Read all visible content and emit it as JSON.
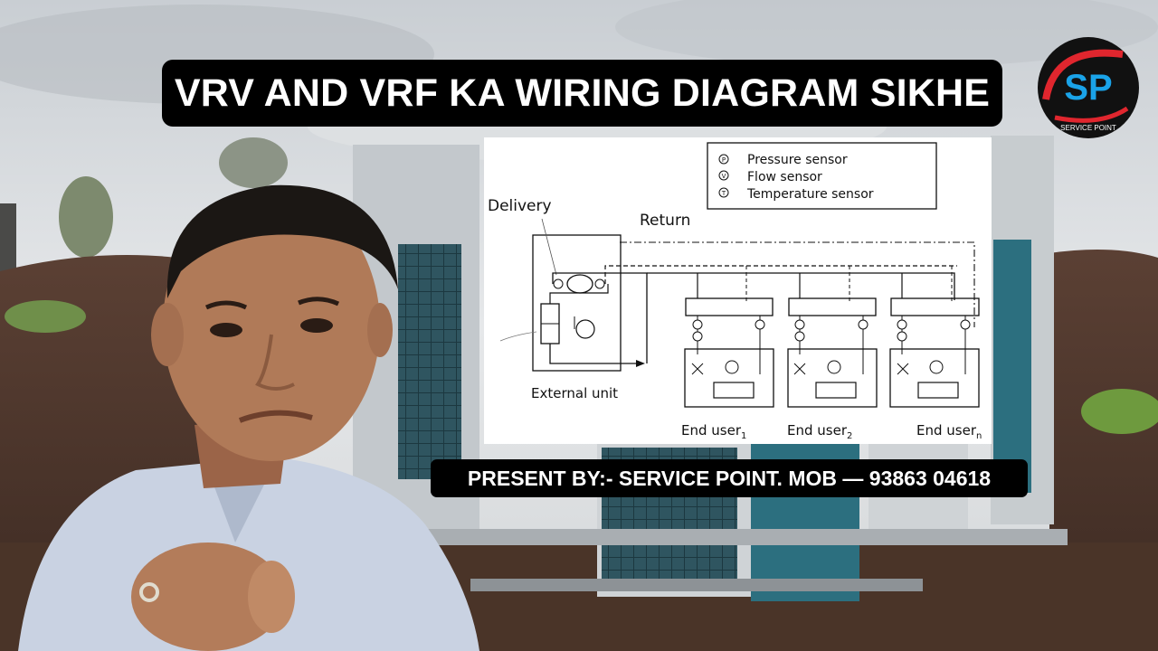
{
  "thumbnail": {
    "title": "VRV AND VRF KA WIRING DIAGRAM SIKHE",
    "credit": "PRESENT BY:- SERVICE POINT. MOB — 93863 04618",
    "logo": {
      "initials": "SP",
      "caption": "SERVICE POINT"
    }
  },
  "diagram": {
    "legend": [
      {
        "symbol": "P",
        "label": "Pressure sensor"
      },
      {
        "symbol": "V",
        "label": "Flow sensor"
      },
      {
        "symbol": "T",
        "label": "Temperature sensor"
      }
    ],
    "labels": {
      "delivery": "Delivery",
      "return": "Return",
      "external_unit": "External unit",
      "end_user_base": "End user",
      "end_user_subs": [
        "1",
        "2",
        "n"
      ]
    }
  },
  "colors": {
    "banner": "#000000",
    "banner_text": "#ffffff",
    "logo_blue": "#1aa3e8",
    "logo_red": "#e0262e"
  }
}
